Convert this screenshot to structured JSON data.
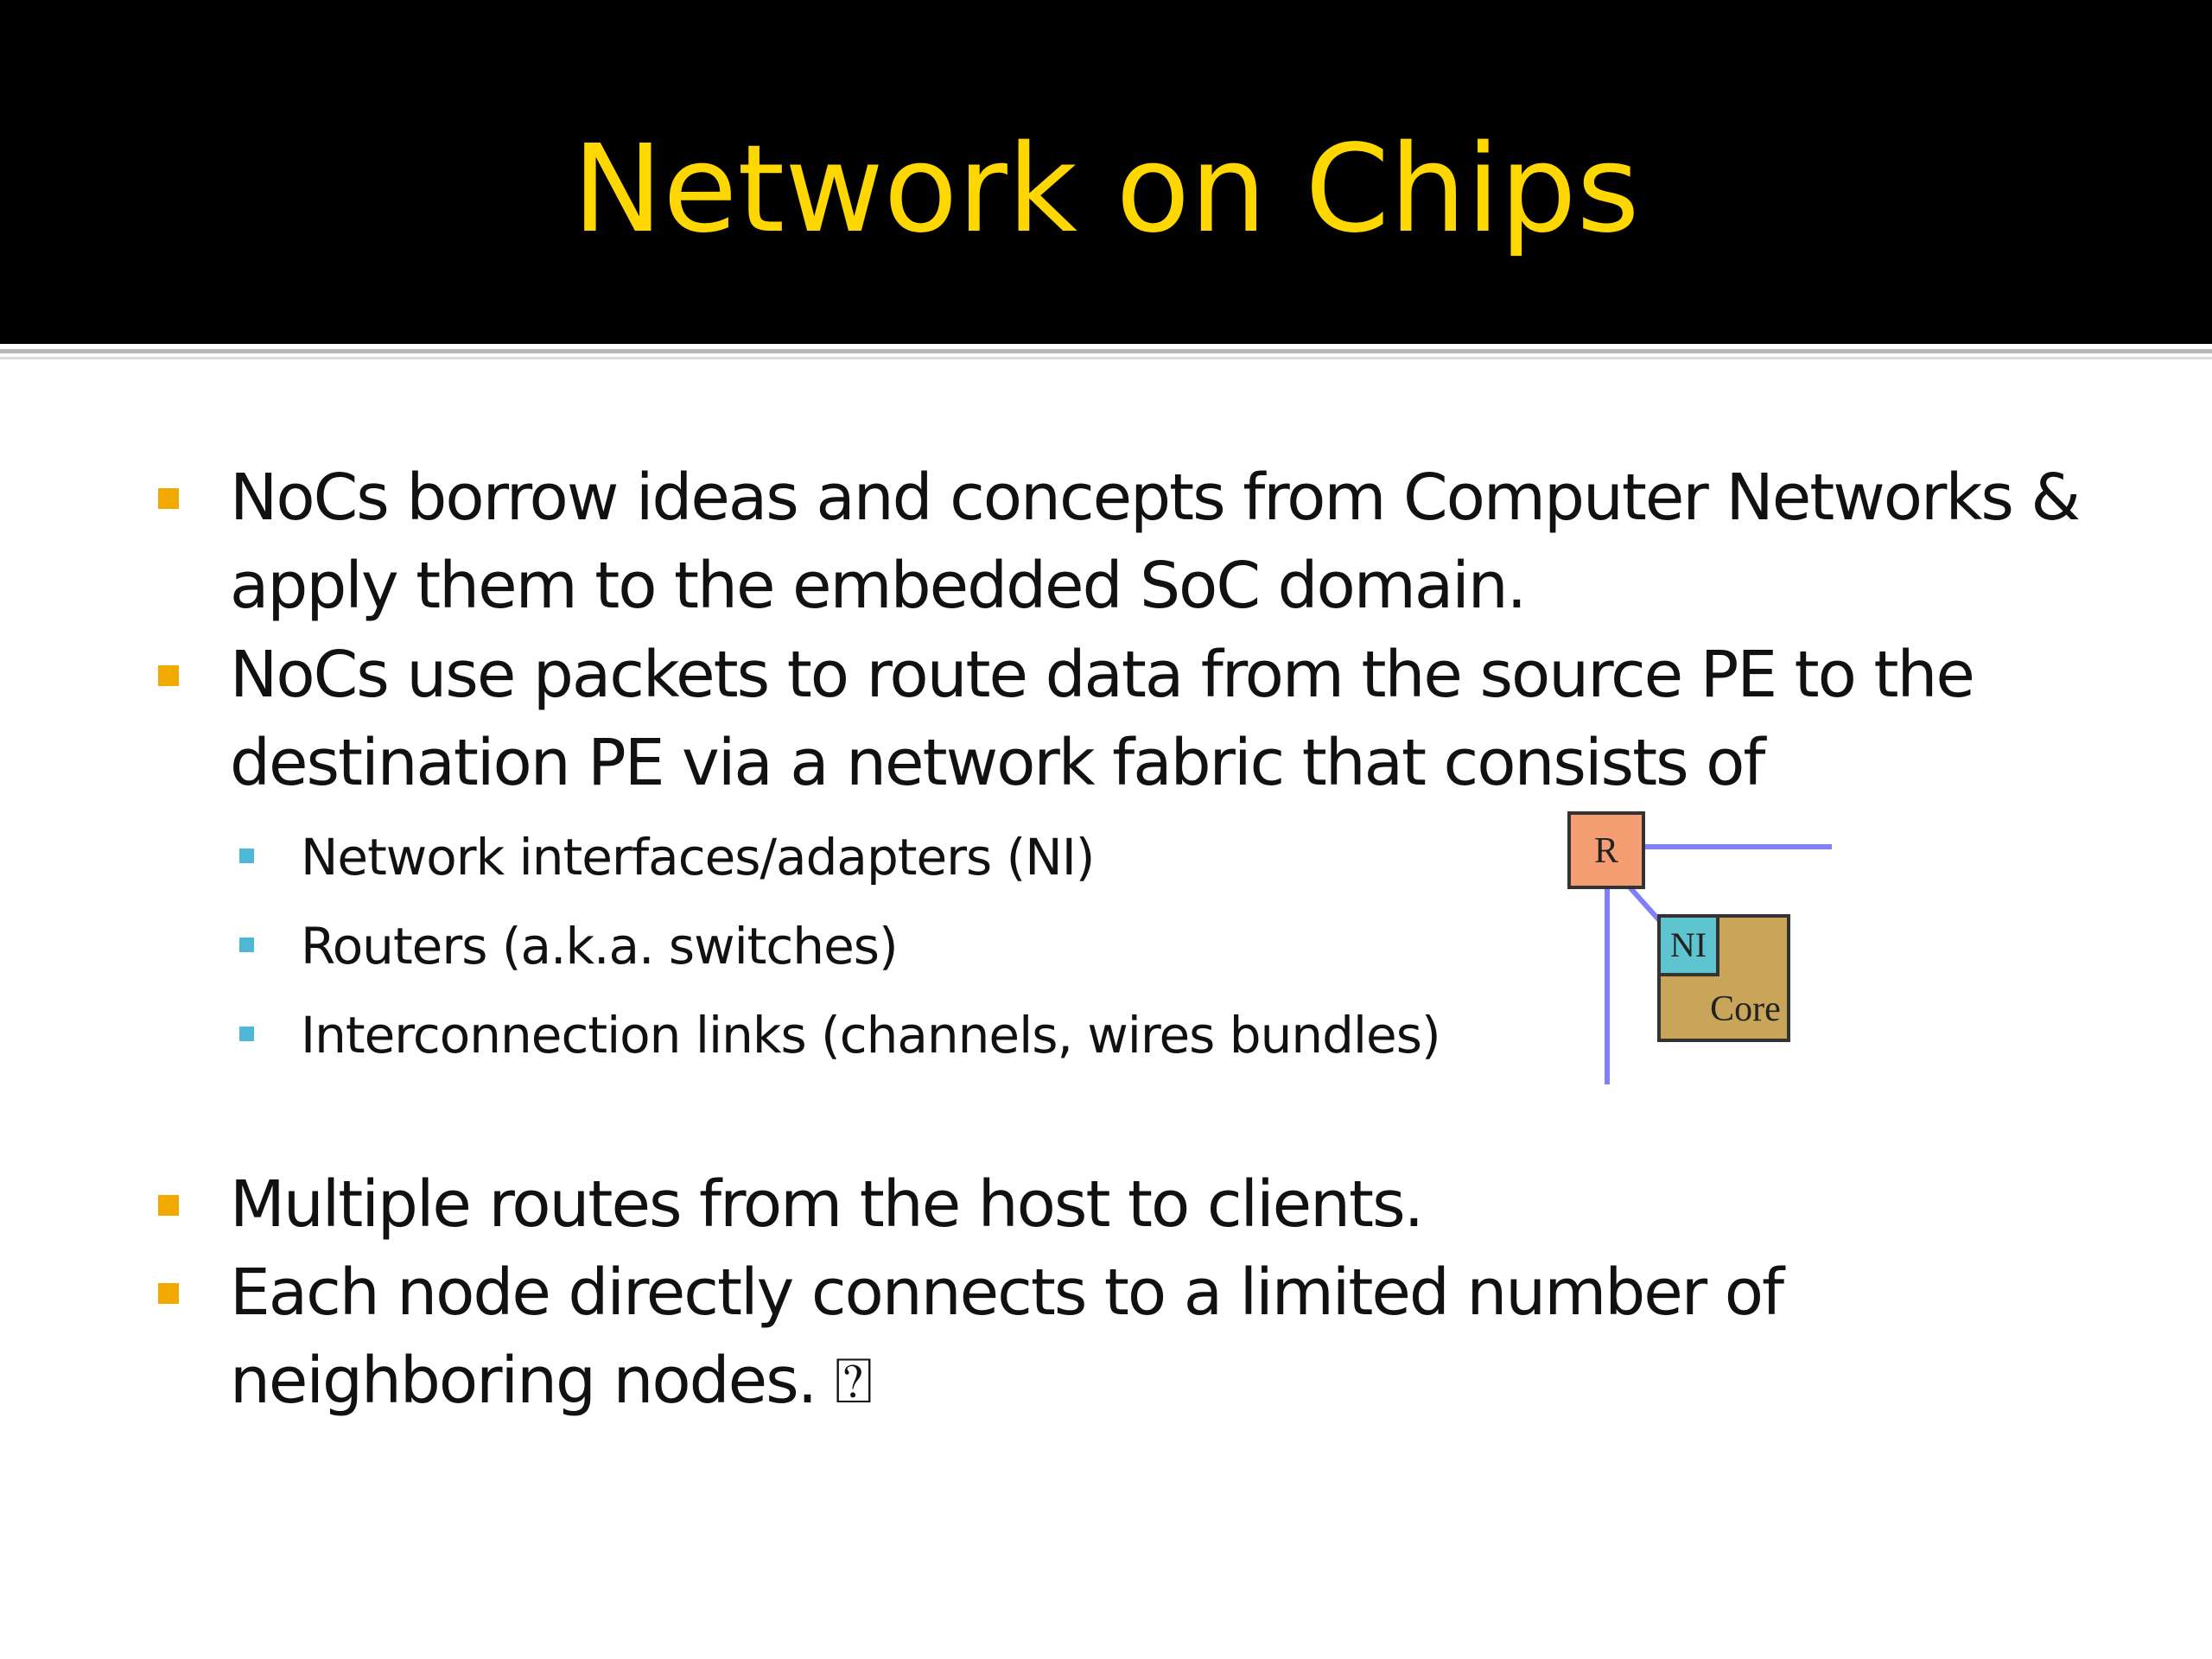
{
  "slide": {
    "title": "Network on Chips",
    "colors": {
      "title_bg": "#000000",
      "title_text": "#ffd700",
      "bullet": "#f2a900",
      "sub_bullet": "#4fb8d6",
      "router_fill": "#f59e74",
      "ni_fill": "#5ec4d0",
      "core_fill": "#c9a55a",
      "link": "#8080ff"
    },
    "bullets": [
      {
        "lines": [
          "NoCs borrow ideas and concepts from Computer Networks &",
          "apply them to the embedded SoC domain."
        ]
      },
      {
        "lines": [
          "NoCs use packets to route data from the source PE to the",
          "destination PE via a network fabric that consists of"
        ]
      },
      {
        "lines": [
          "Multiple routes from the host to clients."
        ]
      },
      {
        "lines": [
          "Each node directly connects to a limited number of",
          "neighboring nodes. ⍰"
        ]
      }
    ],
    "sub_bullets": [
      "Network interfaces/adapters (NI)",
      "Routers (a.k.a. switches)",
      "Interconnection links (channels, wires bundles)"
    ],
    "diagram": {
      "router_label": "R",
      "ni_label": "NI",
      "core_label": "Core"
    }
  }
}
